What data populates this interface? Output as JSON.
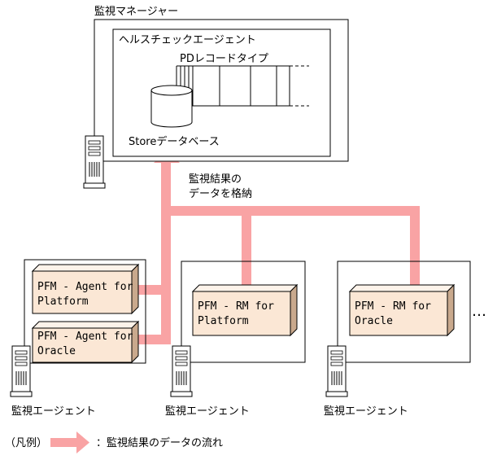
{
  "manager": {
    "title": "監視マネージャー",
    "health_check": "ヘルスチェックエージェント",
    "pd_record": "PDレコードタイプ",
    "store_db": "Storeデータベース"
  },
  "flow_label": [
    "監視結果の",
    "データを格納"
  ],
  "agents": [
    {
      "caption": "監視エージェント",
      "boxes": [
        [
          "PFM - Agent for",
          "Platform"
        ],
        [
          "PFM - Agent for",
          "Oracle"
        ]
      ]
    },
    {
      "caption": "監視エージェント",
      "boxes": [
        [
          "PFM - RM for",
          "Platform"
        ]
      ]
    },
    {
      "caption": "監視エージェント",
      "boxes": [
        [
          "PFM - RM for",
          "Oracle"
        ]
      ]
    }
  ],
  "ellipsis": "…",
  "legend": {
    "prefix": "（凡例）",
    "description": "：監視結果のデータの流れ"
  },
  "colors": {
    "flow": "#F9A3A4",
    "box_fill": "#FBE7D5",
    "box_side": "#C9A98D",
    "box_top": "#FDF3EA",
    "stroke": "#000000"
  }
}
